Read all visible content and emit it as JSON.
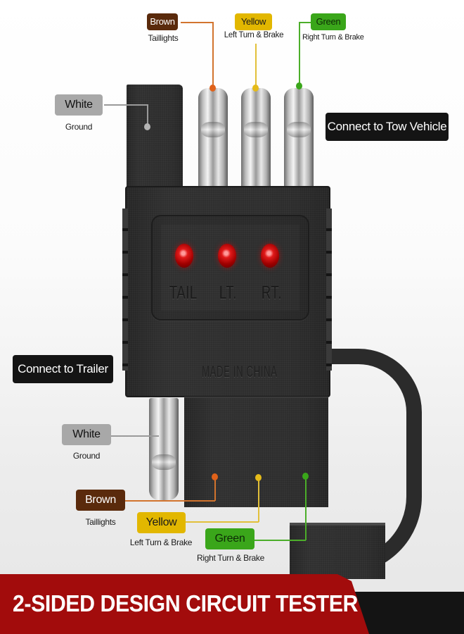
{
  "colors": {
    "brown": "#5a2a0c",
    "yellow": "#e2b700",
    "green": "#3aa61a",
    "white_tag": "#a8a8a8",
    "brown_line": "#d2742e",
    "yellow_line": "#e2c03a",
    "green_line": "#4cae2a",
    "white_line": "#9a9a9a",
    "banner_red": "#a20c0c",
    "callout_bg": "#141414",
    "led_red": "#e11a1a"
  },
  "top_tags": [
    {
      "label": "Brown",
      "desc": "Taillights"
    },
    {
      "label": "Yellow",
      "desc": "Left Turn & Brake"
    },
    {
      "label": "Green",
      "desc": "Right Turn & Brake"
    }
  ],
  "top_ground": {
    "label": "White",
    "desc": "Ground"
  },
  "callouts": {
    "tow_vehicle": "Connect to Tow Vehicle",
    "trailer": "Connect to Trailer"
  },
  "device": {
    "led_labels": [
      "TAIL",
      "LT.",
      "RT."
    ],
    "stamp": "MADE IN CHINA"
  },
  "bottom_ground": {
    "label": "White",
    "desc": "Ground"
  },
  "bottom_tags": [
    {
      "label": "Brown",
      "desc": "Taillights"
    },
    {
      "label": "Yellow",
      "desc": "Left Turn & Brake"
    },
    {
      "label": "Green",
      "desc": "Right Turn & Brake"
    }
  ],
  "banner": {
    "title": "2-SIDED DESIGN CIRCUIT TESTER"
  }
}
